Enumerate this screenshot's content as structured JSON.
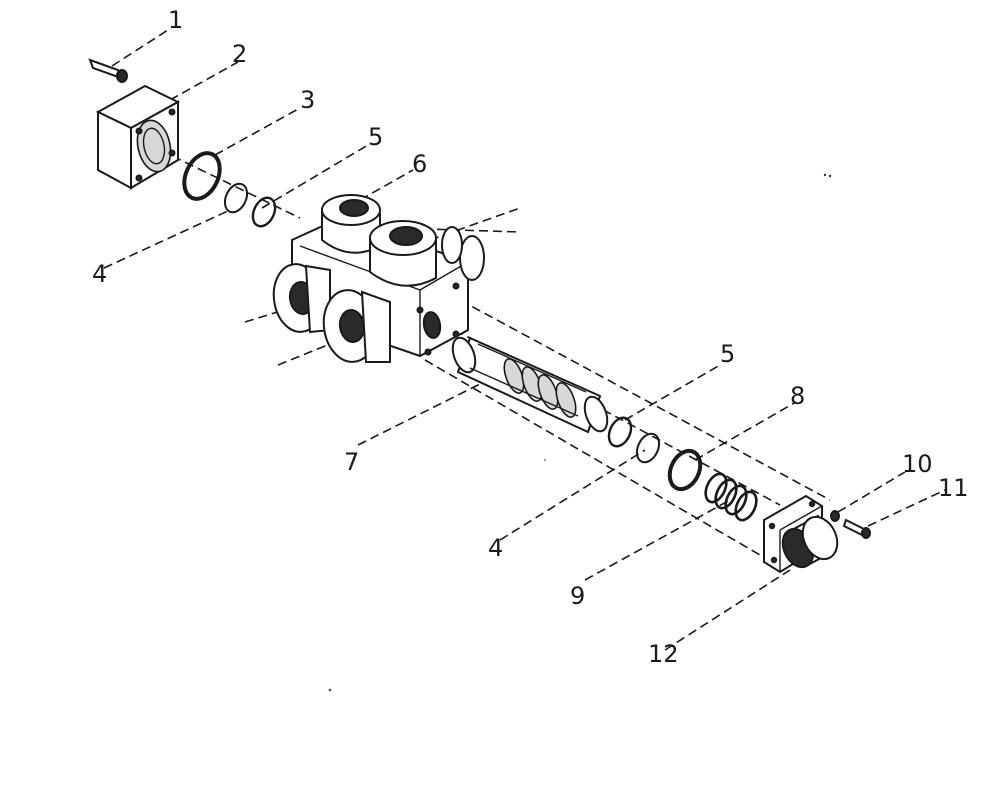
{
  "diagram": {
    "callouts": [
      {
        "id": "1",
        "label": "1"
      },
      {
        "id": "2",
        "label": "2"
      },
      {
        "id": "3",
        "label": "3"
      },
      {
        "id": "4a",
        "label": "4"
      },
      {
        "id": "5a",
        "label": "5"
      },
      {
        "id": "6",
        "label": "6"
      },
      {
        "id": "5b",
        "label": "5"
      },
      {
        "id": "7",
        "label": "7"
      },
      {
        "id": "8",
        "label": "8"
      },
      {
        "id": "4b",
        "label": "4"
      },
      {
        "id": "9",
        "label": "9"
      },
      {
        "id": "10",
        "label": "10"
      },
      {
        "id": "11",
        "label": "11"
      },
      {
        "id": "12",
        "label": "12"
      }
    ]
  }
}
